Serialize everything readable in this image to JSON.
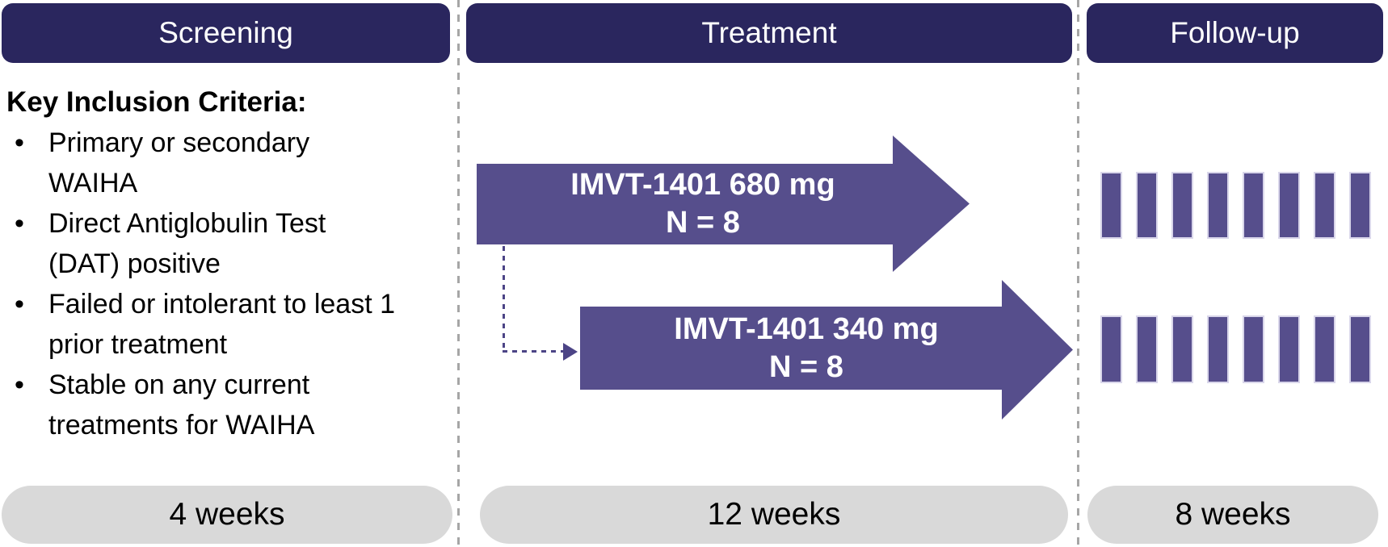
{
  "figure": {
    "title": "Clinical trial design: Screening, Treatment, Follow-up"
  },
  "colors": {
    "phase_header_bg": "#2a265e",
    "phase_header_text": "#ffffff",
    "arrow_fill": "#564e8c",
    "visit_bar_fill": "#564e8c",
    "visit_bar_border": "#d9d6ea",
    "duration_pill_bg": "#d9d9d9",
    "divider": "#a6a6a6",
    "connector": "#4c4486",
    "body_text": "#000000"
  },
  "screening": {
    "header": "Screening",
    "criteria_title": "Key Inclusion Criteria:",
    "criteria": [
      "Primary or secondary WAIHA",
      "Direct Antiglobulin Test (DAT) positive",
      "Failed or intolerant to least 1 prior treatment",
      "Stable on any current treatments for WAIHA"
    ],
    "duration": "4 weeks"
  },
  "treatment": {
    "header": "Treatment",
    "arms": [
      {
        "dose": "IMVT-1401 680 mg",
        "n": "N = 8"
      },
      {
        "dose": "IMVT-1401 340 mg",
        "n": "N = 8"
      }
    ],
    "duration": "12 weeks"
  },
  "follow_up": {
    "header": "Follow-up",
    "visit_rows": [
      {
        "count": 8
      },
      {
        "count": 8
      }
    ],
    "duration": "8 weeks"
  }
}
